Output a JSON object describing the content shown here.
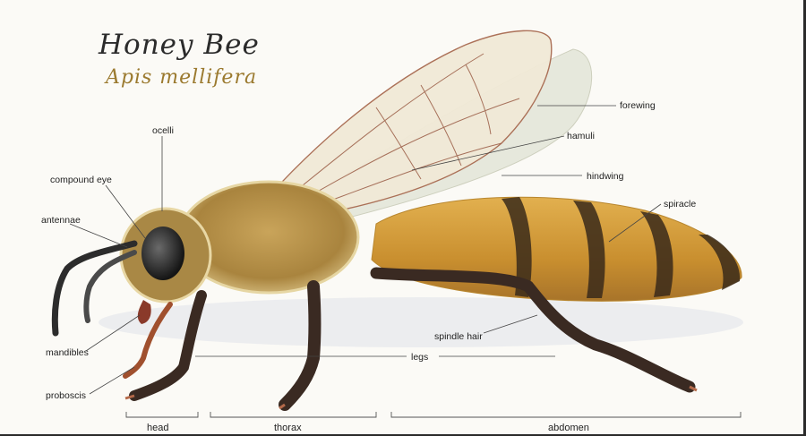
{
  "title": "Honey Bee",
  "subtitle": "Apis mellifera",
  "labels": {
    "ocelli": "ocelli",
    "compound_eye": "compound eye",
    "antennae": "antennae",
    "mandibles": "mandibles",
    "proboscis": "proboscis",
    "forewing": "forewing",
    "hamuli": "hamuli",
    "hindwing": "hindwing",
    "spiracle": "spiracle",
    "spindle_hair": "spindle hair",
    "legs": "legs"
  },
  "segments": {
    "head": "head",
    "thorax": "thorax",
    "abdomen": "abdomen"
  },
  "colors": {
    "subtitle": "#9b7a2f",
    "bee_gold": "#d9a640",
    "bee_dark": "#3a2a1a",
    "wing": "#ece3cf",
    "wing_vein": "#8a5a40"
  }
}
